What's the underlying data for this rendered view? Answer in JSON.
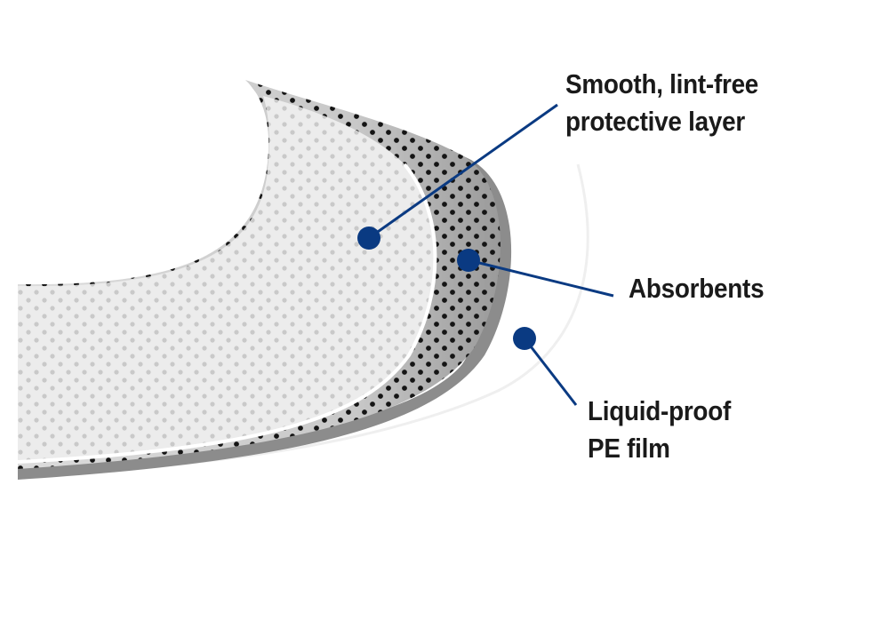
{
  "labels": {
    "protective_layer": {
      "line1": "Smooth, lint-free",
      "line2": "protective layer"
    },
    "absorbents": {
      "line1": "Absorbents"
    },
    "pe_film": {
      "line1": "Liquid-proof",
      "line2": "PE film"
    }
  },
  "colors": {
    "callout": "#0a3a82",
    "label_text": "#1a1a1a",
    "protective_layer": "#e8e8e8",
    "absorbent_layer": "#cfcfcf",
    "film_edge": "#f2f2f2"
  }
}
